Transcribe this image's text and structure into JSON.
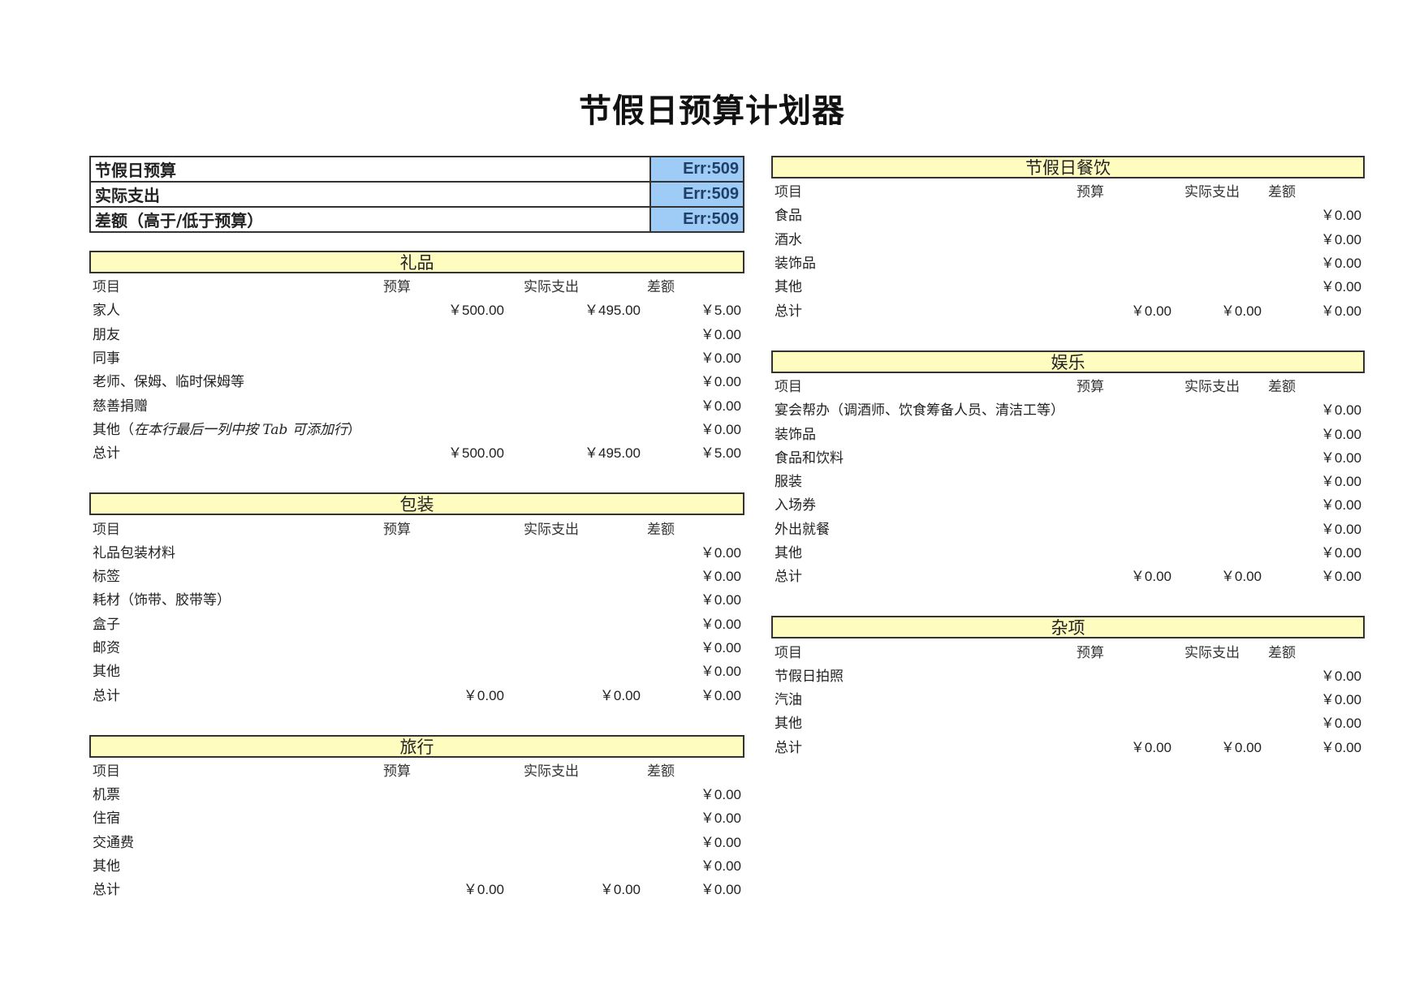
{
  "title": "节假日预算计划器",
  "colors": {
    "header_fill": "#fffcc0",
    "summary_fill": "#9fcbf7"
  },
  "summary": [
    {
      "label": "节假日预算",
      "value": "Err:509"
    },
    {
      "label": "实际支出",
      "value": "Err:509"
    },
    {
      "label": "差额（高于/低于预算）",
      "value": "Err:509"
    }
  ],
  "gifts": {
    "title": "礼品",
    "headers": {
      "item": "项目",
      "budget": "预算",
      "actual": "实际支出",
      "diff": "差额"
    },
    "rows": [
      {
        "item": "家人",
        "budget": "￥500.00",
        "actual": "￥495.00",
        "diff": "￥5.00"
      },
      {
        "item": "朋友",
        "budget": "",
        "actual": "",
        "diff": "￥0.00"
      },
      {
        "item": "同事",
        "budget": "",
        "actual": "",
        "diff": "￥0.00"
      },
      {
        "item": "老师、保姆、临时保姆等",
        "budget": "",
        "actual": "",
        "diff": "￥0.00"
      },
      {
        "item": "慈善捐赠",
        "budget": "",
        "actual": "",
        "diff": "￥0.00"
      },
      {
        "item": "其他（",
        "item_note": "在本行最后一列中按 Tab 可添加行",
        "item_end": "）",
        "budget": "",
        "actual": "",
        "diff": "￥0.00"
      }
    ],
    "total": {
      "item": "总计",
      "budget": "￥500.00",
      "actual": "￥495.00",
      "diff": "￥5.00"
    }
  },
  "packaging": {
    "title": "包装",
    "headers": {
      "item": "项目",
      "budget": "预算",
      "actual": "实际支出",
      "diff": "差额"
    },
    "rows": [
      {
        "item": "礼品包装材料",
        "diff": "￥0.00"
      },
      {
        "item": "标签",
        "diff": "￥0.00"
      },
      {
        "item": "耗材（饰带、胶带等）",
        "diff": "￥0.00"
      },
      {
        "item": "盒子",
        "diff": "￥0.00"
      },
      {
        "item": "邮资",
        "diff": "￥0.00"
      },
      {
        "item": "其他",
        "diff": "￥0.00"
      }
    ],
    "total": {
      "item": "总计",
      "budget": "￥0.00",
      "actual": "￥0.00",
      "diff": "￥0.00"
    }
  },
  "travel": {
    "title": "旅行",
    "headers": {
      "item": "项目",
      "budget": "预算",
      "actual": "实际支出",
      "diff": "差额"
    },
    "rows": [
      {
        "item": "机票",
        "diff": "￥0.00"
      },
      {
        "item": "住宿",
        "diff": "￥0.00"
      },
      {
        "item": "交通费",
        "diff": "￥0.00"
      },
      {
        "item": "其他",
        "diff": "￥0.00"
      }
    ],
    "total": {
      "item": "总计",
      "budget": "￥0.00",
      "actual": "￥0.00",
      "diff": "￥0.00"
    }
  },
  "catering": {
    "title": "节假日餐饮",
    "headers": {
      "item": "项目",
      "budget": "预算",
      "actual": "实际支出",
      "diff": "差额"
    },
    "rows": [
      {
        "item": "食品",
        "diff": "￥0.00"
      },
      {
        "item": "酒水",
        "diff": "￥0.00"
      },
      {
        "item": "装饰品",
        "diff": "￥0.00"
      },
      {
        "item": "其他",
        "diff": "￥0.00"
      }
    ],
    "total": {
      "item": "总计",
      "budget": "￥0.00",
      "actual": "￥0.00",
      "diff": "￥0.00"
    }
  },
  "entertainment": {
    "title": "娱乐",
    "headers": {
      "item": "项目",
      "budget": "预算",
      "actual": "实际支出",
      "diff": "差额"
    },
    "rows": [
      {
        "item": "宴会帮办（调酒师、饮食筹备人员、清洁工等）",
        "diff": "￥0.00"
      },
      {
        "item": "装饰品",
        "diff": "￥0.00"
      },
      {
        "item": "食品和饮料",
        "diff": "￥0.00"
      },
      {
        "item": "服装",
        "diff": "￥0.00"
      },
      {
        "item": "入场券",
        "diff": "￥0.00"
      },
      {
        "item": "外出就餐",
        "diff": "￥0.00"
      },
      {
        "item": "其他",
        "diff": "￥0.00"
      }
    ],
    "total": {
      "item": "总计",
      "budget": "￥0.00",
      "actual": "￥0.00",
      "diff": "￥0.00"
    }
  },
  "misc": {
    "title": "杂项",
    "headers": {
      "item": "项目",
      "budget": "预算",
      "actual": "实际支出",
      "diff": "差额"
    },
    "rows": [
      {
        "item": "节假日拍照",
        "diff": "￥0.00"
      },
      {
        "item": "汽油",
        "diff": "￥0.00"
      },
      {
        "item": "其他",
        "diff": "￥0.00"
      }
    ],
    "total": {
      "item": "总计",
      "budget": "￥0.00",
      "actual": "￥0.00",
      "diff": "￥0.00"
    }
  }
}
